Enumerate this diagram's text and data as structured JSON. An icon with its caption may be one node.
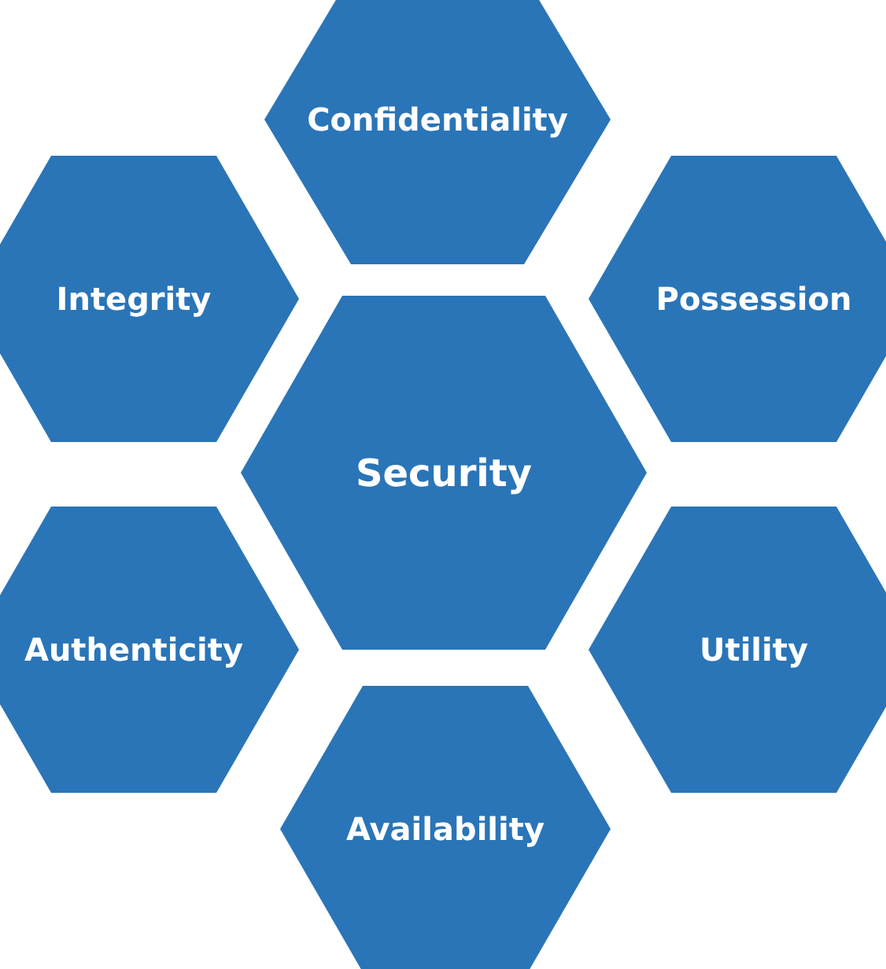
{
  "diagram": {
    "nodes": [
      {
        "text": [
          "Confidentiality"
        ]
      },
      {
        "text": [
          "Integrity"
        ]
      },
      {
        "text": [
          "Possession"
        ]
      },
      {
        "text": [
          "Security"
        ]
      },
      {
        "text": [
          "Authenticity"
        ]
      },
      {
        "text": [
          "Utility"
        ]
      },
      {
        "text": [
          "Availability"
        ]
      }
    ]
  }
}
